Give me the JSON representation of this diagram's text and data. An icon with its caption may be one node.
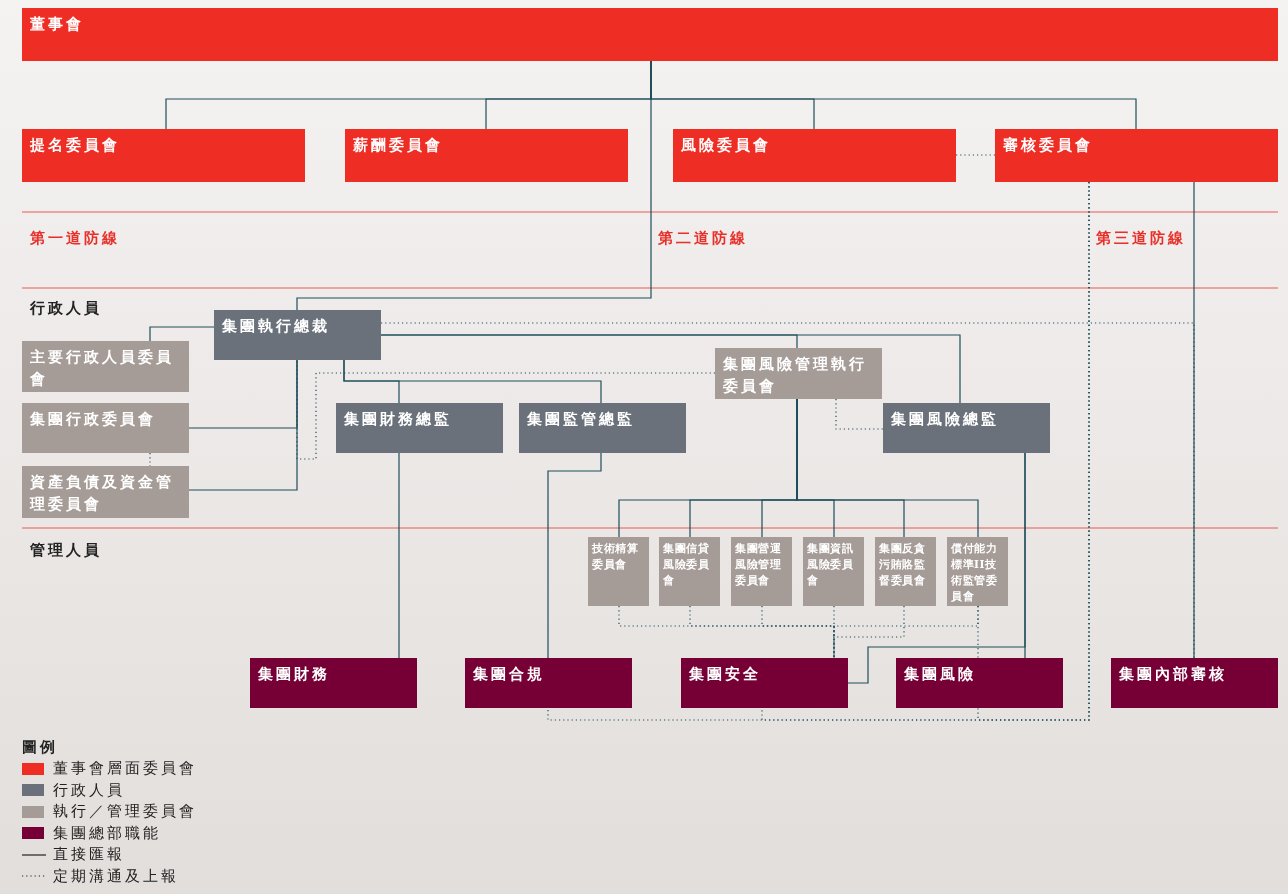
{
  "diagram": {
    "nodes": [
      {
        "text": [
          "董事會"
        ]
      },
      {
        "text": [
          "提名委員會"
        ]
      },
      {
        "text": [
          "薪酬委員會"
        ]
      },
      {
        "text": [
          "風險委員會"
        ]
      },
      {
        "text": [
          "審核委員會"
        ]
      },
      {
        "text": [
          "集團執行總裁"
        ]
      },
      {
        "text": [
          "主要行政人員委員會"
        ]
      },
      {
        "text": [
          "集團行政委員會"
        ]
      },
      {
        "text": [
          "資產負債及資金管理委員會"
        ]
      },
      {
        "text": [
          "集團財務總監"
        ]
      },
      {
        "text": [
          "集團監管總監"
        ]
      },
      {
        "text": [
          "集團風險管理執行委員會"
        ]
      },
      {
        "text": [
          "集團風險總監"
        ]
      },
      {
        "text": [
          "技術精算委員會"
        ]
      },
      {
        "text": [
          "集團信貸風險委員會"
        ]
      },
      {
        "text": [
          "集團營運風險管理委員會"
        ]
      },
      {
        "text": [
          "集團資訊風險委員會"
        ]
      },
      {
        "text": [
          "集團反貪污賄賂監督委員會"
        ]
      },
      {
        "text": [
          "償付能力標準II技術監管委員會"
        ]
      },
      {
        "text": [
          "集團財務"
        ]
      },
      {
        "text": [
          "集團合規"
        ]
      },
      {
        "text": [
          "集團安全"
        ]
      },
      {
        "text": [
          "集團風險"
        ]
      },
      {
        "text": [
          "集團內部審核"
        ]
      }
    ],
    "edges": [
      {
        "from": 0,
        "to": 1,
        "arrow": "none"
      },
      {
        "from": 0,
        "to": 2,
        "arrow": "none"
      },
      {
        "from": 0,
        "to": 3,
        "arrow": "none"
      },
      {
        "from": 0,
        "to": 4,
        "arrow": "none"
      },
      {
        "from": 3,
        "to": 4,
        "arrow": "none",
        "style": "dashed"
      },
      {
        "from": 0,
        "to": 5,
        "arrow": "none"
      },
      {
        "from": 4,
        "to": 23,
        "arrow": "none"
      },
      {
        "from": 5,
        "to": 23,
        "arrow": "none",
        "style": "dashed"
      },
      {
        "from": 5,
        "to": 6,
        "arrow": "none"
      },
      {
        "from": 5,
        "to": 7,
        "arrow": "none"
      },
      {
        "from": 5,
        "to": 8,
        "arrow": "none"
      },
      {
        "from": 7,
        "to": 8,
        "arrow": "none",
        "style": "dashed"
      },
      {
        "from": 11,
        "to": 5,
        "arrow": "none",
        "style": "dashed"
      },
      {
        "from": 5,
        "to": 9,
        "arrow": "none"
      },
      {
        "from": 5,
        "to": 10,
        "arrow": "none"
      },
      {
        "from": 5,
        "to": 11,
        "arrow": "none"
      },
      {
        "from": 5,
        "to": 12,
        "arrow": "none"
      },
      {
        "from": 11,
        "to": 12,
        "arrow": "none",
        "style": "dashed"
      },
      {
        "from": 11,
        "to": 13,
        "arrow": "none"
      },
      {
        "from": 11,
        "to": 14,
        "arrow": "none"
      },
      {
        "from": 11,
        "to": 15,
        "arrow": "none"
      },
      {
        "from": 11,
        "to": 16,
        "arrow": "none"
      },
      {
        "from": 11,
        "to": 17,
        "arrow": "none"
      },
      {
        "from": 11,
        "to": 18,
        "arrow": "none"
      },
      {
        "from": 9,
        "to": 19,
        "arrow": "none"
      },
      {
        "from": 10,
        "to": 20,
        "arrow": "none"
      },
      {
        "from": 12,
        "to": 22,
        "arrow": "none"
      },
      {
        "from": 12,
        "to": 21,
        "arrow": "none"
      },
      {
        "from": 13,
        "to": 21,
        "arrow": "none",
        "style": "dashed"
      },
      {
        "from": 14,
        "to": 21,
        "arrow": "none",
        "style": "dashed"
      },
      {
        "from": 15,
        "to": 21,
        "arrow": "none",
        "style": "dashed"
      },
      {
        "from": 16,
        "to": 21,
        "arrow": "none",
        "style": "dashed"
      },
      {
        "from": 17,
        "to": 21,
        "arrow": "none",
        "style": "dashed"
      },
      {
        "from": 18,
        "to": 21,
        "arrow": "none",
        "style": "dashed"
      },
      {
        "from": 18,
        "to": 22,
        "arrow": "none",
        "style": "dashed"
      },
      {
        "from": 4,
        "to": 20,
        "arrow": "none",
        "style": "dashed"
      },
      {
        "from": 4,
        "to": 21,
        "arrow": "none",
        "style": "dashed"
      },
      {
        "from": 4,
        "to": 22,
        "arrow": "none",
        "style": "dashed"
      }
    ],
    "labels": [
      "第一道防線",
      "第二道防線",
      "第三道防線",
      "行政人員",
      "管理人員",
      "圖例"
    ],
    "legend": [
      {
        "text": "董事會層面委員會",
        "color": "#ee2e24"
      },
      {
        "text": "行政人員",
        "color": "#6a717b"
      },
      {
        "text": "執行／管理委員會",
        "color": "#a59b97"
      },
      {
        "text": "集團總部職能",
        "color": "#760035"
      },
      {
        "text": "直接匯報"
      },
      {
        "text": "定期溝通及上報"
      }
    ]
  }
}
